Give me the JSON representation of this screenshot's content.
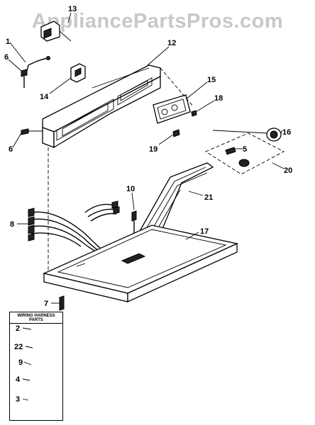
{
  "watermark": "AppliancePartsPros.com",
  "callouts": {
    "c1": "1",
    "c2": "2",
    "c3": "3",
    "c4": "4",
    "c5": "5",
    "c6a": "6",
    "c6b": "6",
    "c7": "7",
    "c8": "8",
    "c9": "9",
    "c10": "10",
    "c12": "12",
    "c13": "13",
    "c14": "14",
    "c15": "15",
    "c16": "16",
    "c17": "17",
    "c18": "18",
    "c19": "19",
    "c20": "20",
    "c21": "21",
    "c22": "22"
  },
  "legend": {
    "title": "WIRING HARNESS PARTS"
  }
}
